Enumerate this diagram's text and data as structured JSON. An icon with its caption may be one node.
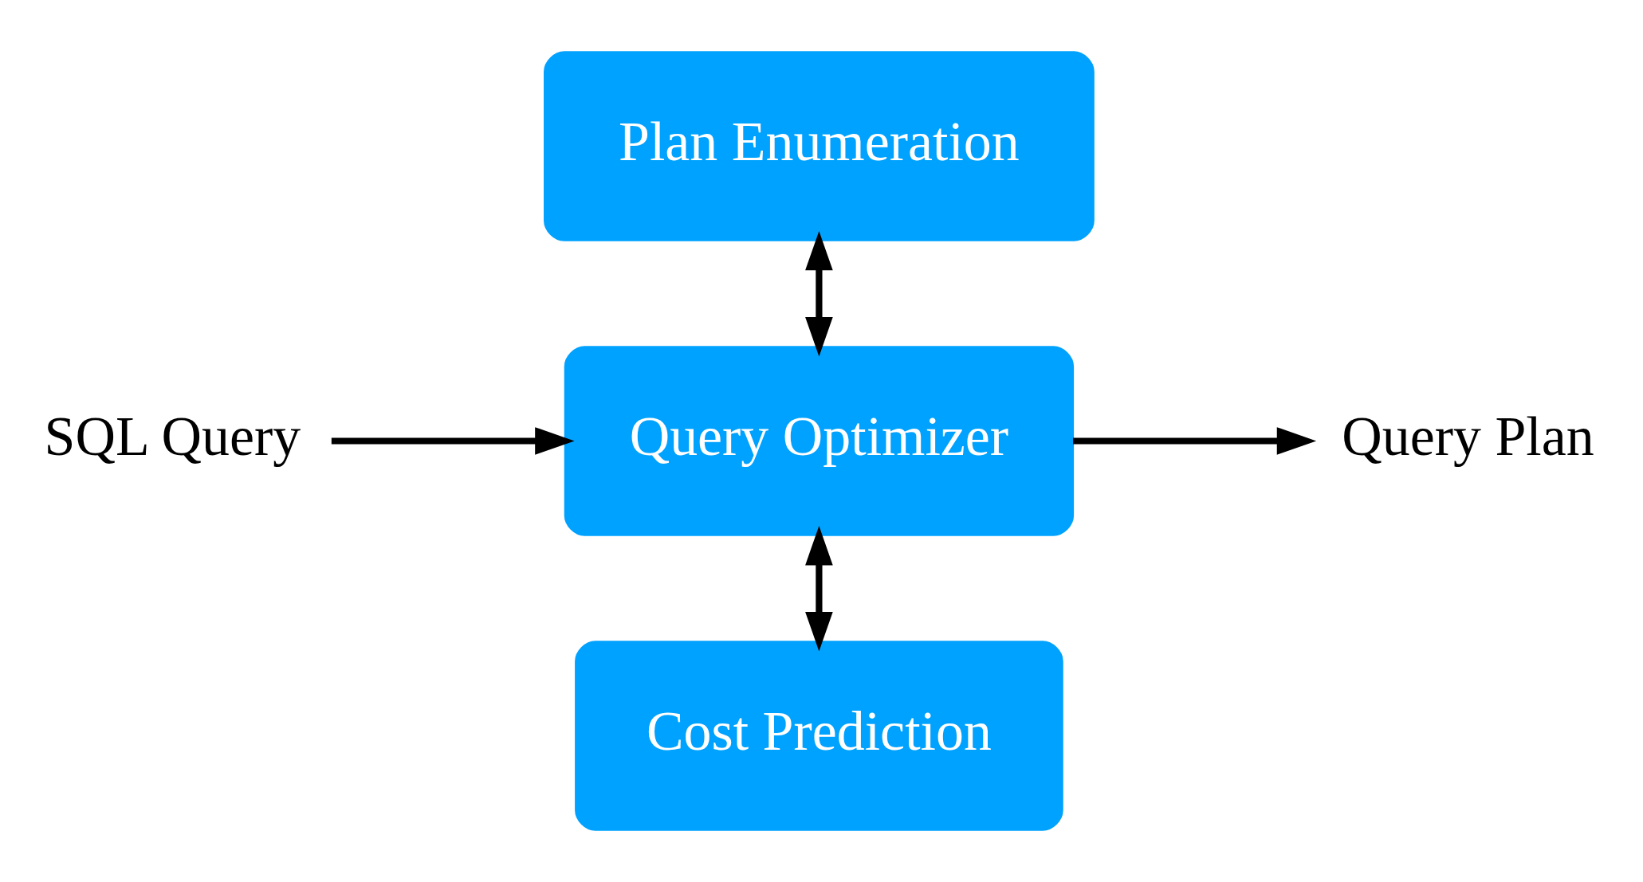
{
  "diagram": {
    "nodes": [
      {
        "text": [
          "Plan Enumeration"
        ]
      },
      {
        "text": [
          "SQL Query"
        ]
      },
      {
        "text": [
          "Query Optimizer"
        ]
      },
      {
        "text": [
          "Query Plan"
        ]
      },
      {
        "text": [
          "Cost Prediction"
        ]
      }
    ],
    "edges": [
      {
        "from": 0,
        "to": 2,
        "arrow": "both"
      },
      {
        "from": 1,
        "to": 2,
        "arrow": "to"
      },
      {
        "from": 2,
        "to": 3,
        "arrow": "to"
      },
      {
        "from": 2,
        "to": 4,
        "arrow": "both"
      }
    ]
  }
}
